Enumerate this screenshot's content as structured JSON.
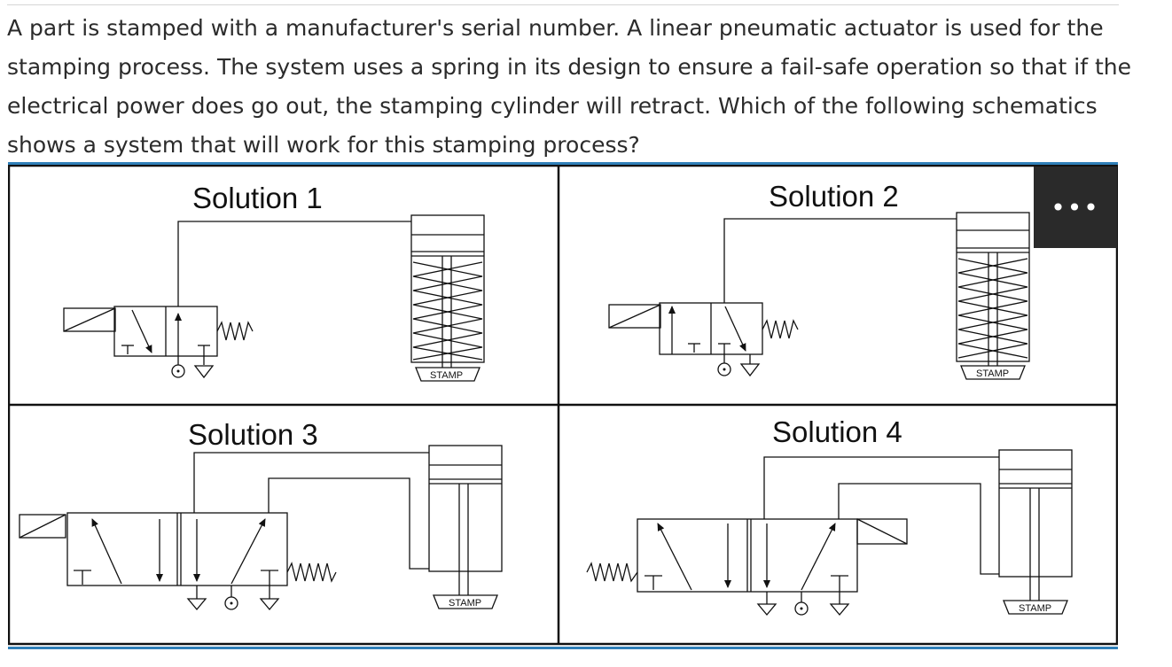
{
  "question": "A part is stamped with a manufacturer's serial number. A linear pneumatic actuator is used for the stamping process. The system uses a spring in its design to ensure a fail-safe operation so that if the electrical power does go out, the stamping cylinder will retract. Which of the following schematics shows a system that will work for this stamping process?",
  "solutions": [
    {
      "title": "Solution 1",
      "stamp_label": "STAMP"
    },
    {
      "title": "Solution 2",
      "stamp_label": "STAMP"
    },
    {
      "title": "Solution 3",
      "stamp_label": "STAMP"
    },
    {
      "title": "Solution 4",
      "stamp_label": "STAMP"
    }
  ],
  "more_button": {
    "label": "•••",
    "icon": "more-options-icon"
  }
}
